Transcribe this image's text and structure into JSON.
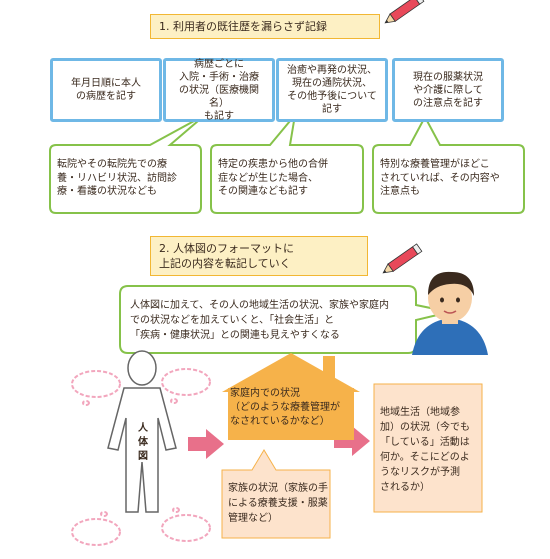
{
  "section1": {
    "title": "1. 利用者の既往歴を漏らさず記録",
    "boxes": [
      "年月日順に本人\nの病歴を記す",
      "病歴ごとに\n入院・手術・治療\nの状況（医療機関名）\nも記す",
      "治癒や再発の状況、\n現在の通院状況、\nその他予後について\n記す",
      "現在の服薬状況\nや介護に際して\nの注意点を記す"
    ],
    "bubbles": [
      "転院やその転院先での療\n養・リハビリ状況、訪問診\n療・看護の状況なども",
      "特定の疾患から他の合併\n症などが生じた場合、\nその関連なども記す",
      "特別な療養管理がほどこ\nされていれば、その内容や\n注意点も"
    ]
  },
  "section2": {
    "title": "2. 人体図のフォーマットに\n上記の内容を転記していく",
    "speech": "人体図に加えて、その人の地域生活の状況、家族や家庭内\nでの状況などを加えていくと、「社会生活」と\n「疾病・健康状況」との関連も見えやすくなる",
    "body_label": "人\n体\n図",
    "house_text": "家庭内での状況\n（どのような療養管理が\nなされているかなど）",
    "family_text": "家族の状況（家族の手\nによる療養支援・服薬\n管理など）",
    "community_text": "地域生活（地域参\n加）の状況（今でも\n「している」活動は\n何か。そこにどのよ\nうなリスクが予測\nされるか）"
  },
  "colors": {
    "blue_border": "#6fb8e6",
    "green_border": "#86c24a",
    "title_fill": "#fdf0c4",
    "title_border": "#f2b733",
    "house": "#f6b24a",
    "arrow": "#e8708a",
    "pink_bubble": "#f2a6bd",
    "peach": "#fde3cc"
  }
}
